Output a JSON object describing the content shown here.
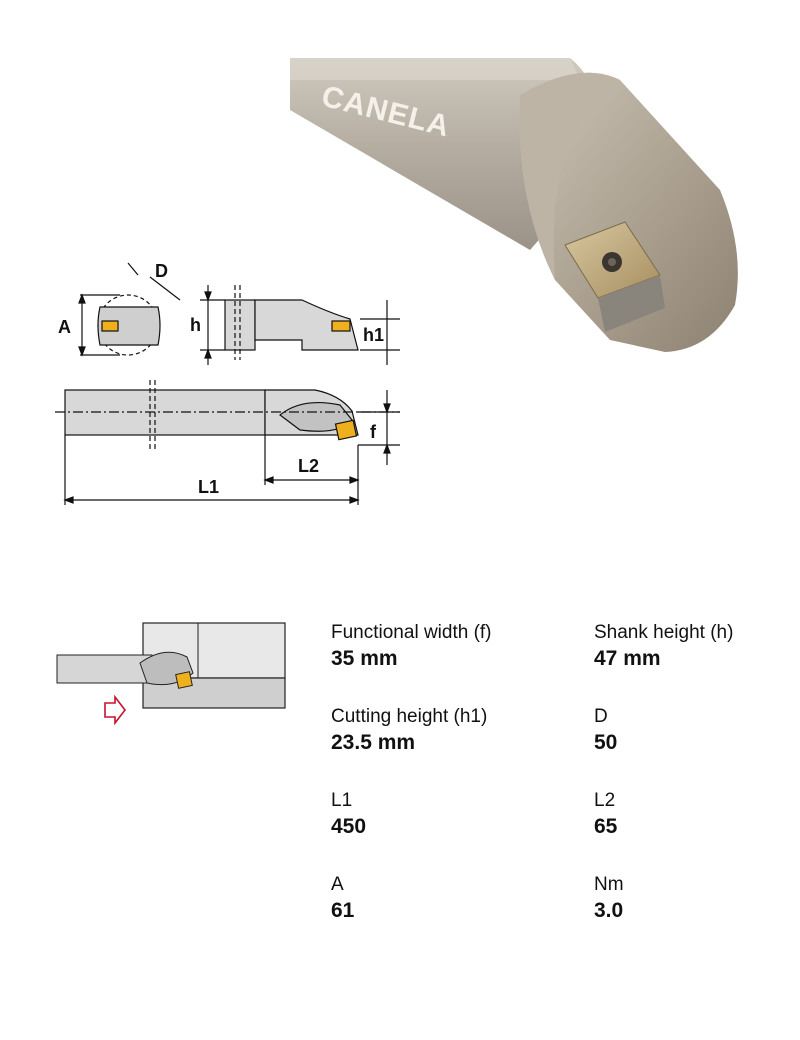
{
  "product": {
    "brand": "CANELA"
  },
  "drawing": {
    "labels": {
      "A": "A",
      "D": "D",
      "h": "h",
      "h1": "h1",
      "f": "f",
      "L1": "L1",
      "L2": "L2"
    }
  },
  "colors": {
    "insert": "#f0b01e",
    "arrow": "#c8102e",
    "tool_body": "#b9b2a6"
  },
  "specs": [
    {
      "label": "Functional width (f)",
      "value": "35 mm"
    },
    {
      "label": "Shank height (h)",
      "value": "47 mm"
    },
    {
      "label": "Cutting height (h1)",
      "value": "23.5 mm"
    },
    {
      "label": "D",
      "value": "50"
    },
    {
      "label": "L1",
      "value": "450"
    },
    {
      "label": "L2",
      "value": "65"
    },
    {
      "label": "A",
      "value": "61"
    },
    {
      "label": "Nm",
      "value": "3.0"
    }
  ]
}
